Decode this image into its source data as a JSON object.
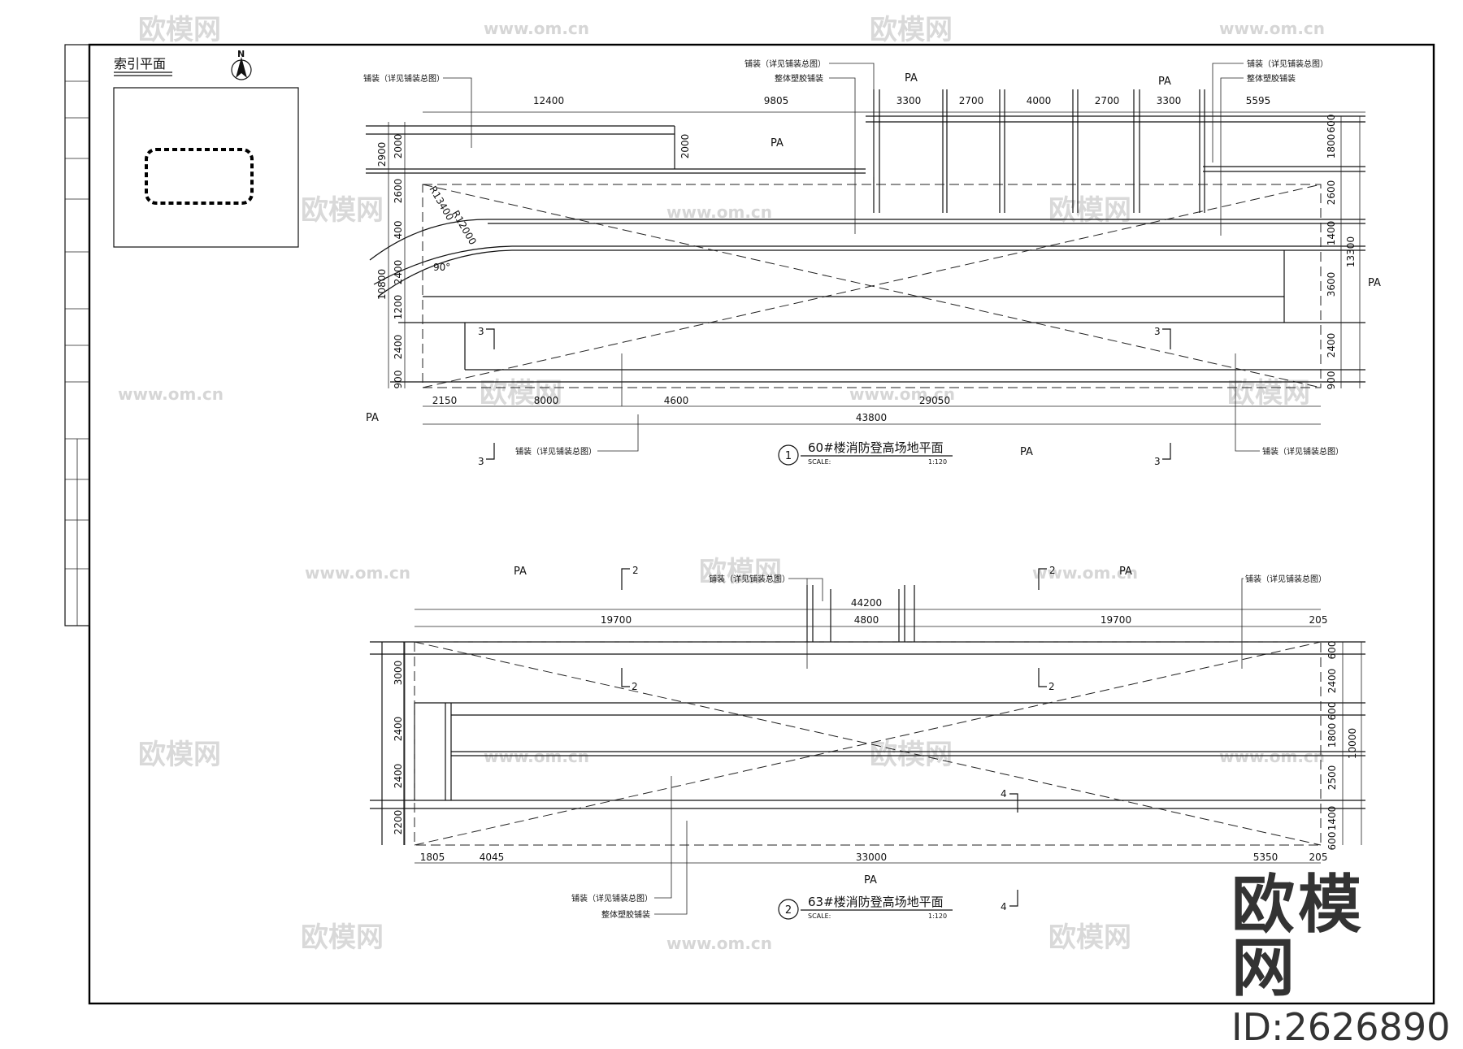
{
  "watermark": {
    "logo_text": "欧模网",
    "url_text": "www.om.cn"
  },
  "brand": {
    "name": "欧模网",
    "id_label": "ID:2626890"
  },
  "key_plan": {
    "title": "索引平面",
    "north": "N"
  },
  "plan1": {
    "title": "60#楼消防登高场地平面",
    "number": "1",
    "scale_label": "SCALE:",
    "scale_value": "1:120",
    "top_dims": [
      "12400",
      "9805",
      "3300",
      "2700",
      "4000",
      "2700",
      "3300",
      "5595"
    ],
    "bottom_dims": [
      "2150",
      "8000",
      "4600",
      "29050"
    ],
    "total": "43800",
    "left_dims": [
      "2900",
      "2000",
      "2600",
      "400",
      "10800",
      "2400",
      "1200",
      "2400",
      "900"
    ],
    "right_dims": [
      "600",
      "1800",
      "2600",
      "1400",
      "13300",
      "3600",
      "2400",
      "900"
    ],
    "inner_dim": "2000",
    "radius1": "R13400",
    "radius2": "R12000",
    "angle": "90°",
    "section": "3",
    "pa": "PA",
    "notes": {
      "paving": "铺装（详见铺装总图）",
      "rubber": "整体塑胶铺装"
    }
  },
  "plan2": {
    "title": "63#楼消防登高场地平面",
    "number": "2",
    "scale_label": "SCALE:",
    "scale_value": "1:120",
    "total": "44200",
    "top_dims": [
      "19700",
      "4800",
      "19700",
      "205"
    ],
    "bottom_dims": [
      "1805",
      "4045",
      "33000",
      "5350",
      "205"
    ],
    "left_dims": [
      "3000",
      "2400",
      "2400",
      "2200"
    ],
    "right_dims": [
      "600",
      "2400",
      "600",
      "1800",
      "2500",
      "10000",
      "1400",
      "600"
    ],
    "section_a": "2",
    "section_b": "4",
    "pa": "PA",
    "notes": {
      "paving": "铺装（详见铺装总图）",
      "rubber": "整体塑胶铺装"
    }
  }
}
